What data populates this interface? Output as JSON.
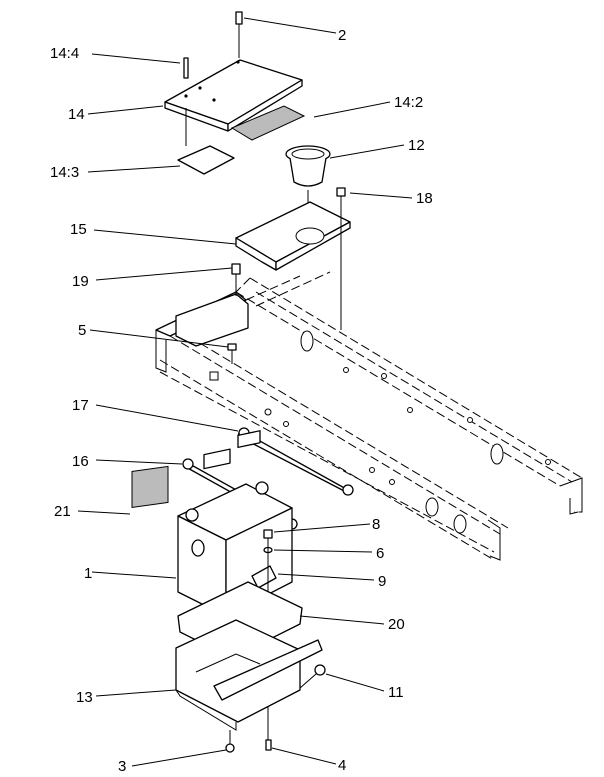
{
  "callouts": [
    {
      "id": "c2",
      "text": "2"
    },
    {
      "id": "c14_4",
      "text": "14:4"
    },
    {
      "id": "c14",
      "text": "14"
    },
    {
      "id": "c14_2",
      "text": "14:2"
    },
    {
      "id": "c14_3",
      "text": "14:3"
    },
    {
      "id": "c12",
      "text": "12"
    },
    {
      "id": "c18",
      "text": "18"
    },
    {
      "id": "c15",
      "text": "15"
    },
    {
      "id": "c19",
      "text": "19"
    },
    {
      "id": "c5",
      "text": "5"
    },
    {
      "id": "c17",
      "text": "17"
    },
    {
      "id": "c16",
      "text": "16"
    },
    {
      "id": "c21",
      "text": "21"
    },
    {
      "id": "c8",
      "text": "8"
    },
    {
      "id": "c6",
      "text": "6"
    },
    {
      "id": "c1",
      "text": "1"
    },
    {
      "id": "c9",
      "text": "9"
    },
    {
      "id": "c20",
      "text": "20"
    },
    {
      "id": "c13",
      "text": "13"
    },
    {
      "id": "c11",
      "text": "11"
    },
    {
      "id": "c3",
      "text": "3"
    },
    {
      "id": "c4",
      "text": "4"
    }
  ]
}
